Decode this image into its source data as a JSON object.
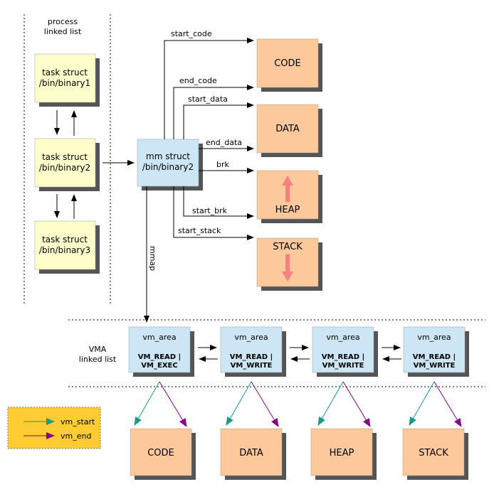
{
  "process_list": {
    "title_line1": "process",
    "title_line2": "linked list",
    "tasks": [
      {
        "line1": "task struct",
        "line2": "/bin/binary1"
      },
      {
        "line1": "task struct",
        "line2": "/bin/binary2"
      },
      {
        "line1": "task struct",
        "line2": "/bin/binary3"
      }
    ]
  },
  "mm_struct": {
    "line1": "mm struct",
    "line2": "/bin/binary2"
  },
  "mm_fields": {
    "start_code": "start_code",
    "end_code": "end_code",
    "start_data": "start_data",
    "end_data": "end_data",
    "brk": "brk",
    "start_brk": "start_brk",
    "start_stack": "start_stack",
    "mmap": "mmap"
  },
  "segments": {
    "code": "CODE",
    "data": "DATA",
    "heap": "HEAP",
    "stack": "STACK"
  },
  "vma_list": {
    "title_line1": "VMA",
    "title_line2": "linked list",
    "areas": [
      {
        "label": "vm_area",
        "flag1": "VM_READ |",
        "flag2": "VM_EXEC"
      },
      {
        "label": "vm_area",
        "flag1": "VM_READ |",
        "flag2": "VM_WRITE"
      },
      {
        "label": "vm_area",
        "flag1": "VM_READ |",
        "flag2": "VM_WRITE"
      },
      {
        "label": "vm_area",
        "flag1": "VM_READ |",
        "flag2": "VM_WRITE"
      }
    ]
  },
  "bottom_segments": [
    "CODE",
    "DATA",
    "HEAP",
    "STACK"
  ],
  "legend": {
    "vm_start": "vm_start",
    "vm_end": "vm_end"
  },
  "colors": {
    "task_fill": "#ffffcc",
    "mm_fill": "#cce6f5",
    "segment_fill": "#fdc99a",
    "shadow": "#555555",
    "growth_arrow": "#f88080",
    "vm_start_arrow": "#1a9a8a",
    "vm_end_arrow": "#880088",
    "legend_fill": "#ffcc33"
  }
}
